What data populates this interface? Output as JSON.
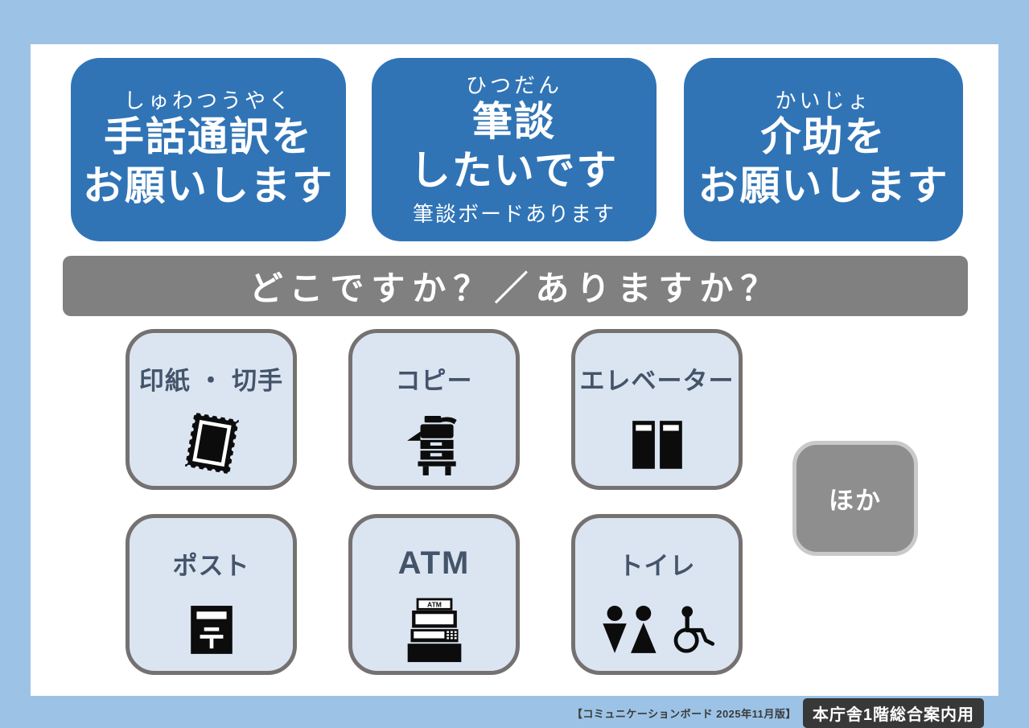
{
  "colors": {
    "page_background": "#9CC3E6",
    "card_background": "#FFFFFF",
    "request_blue": "#3074B6",
    "question_bar_gray": "#808080",
    "tile_background": "#DBE5F2",
    "tile_border": "#767171",
    "tile_text": "#44546A",
    "other_button_gray": "#8E8E8E",
    "badge_background": "#383838"
  },
  "requests": [
    {
      "furigana": "しゅわつうやく",
      "line1": "手話通訳を",
      "line2": "お願いします"
    },
    {
      "furigana": "ひつだん",
      "line1": "筆談",
      "line2": "したいです",
      "note": "筆談ボードあります"
    },
    {
      "furigana": "かいじょ",
      "line1": "介助を",
      "line2": "お願いします"
    }
  ],
  "question_bar": {
    "label": "どこですか？／ありますか？"
  },
  "tiles": [
    {
      "label": "印紙 ・ 切手",
      "icon": "stamp-icon"
    },
    {
      "label": "コピー",
      "icon": "copier-icon"
    },
    {
      "label": "エレベーター",
      "icon": "elevator-icon"
    },
    {
      "label": "ポスト",
      "icon": "mailbox-icon"
    },
    {
      "label": "ATM",
      "icon": "atm-icon"
    },
    {
      "label": "トイレ",
      "icon": "toilet-icon"
    }
  ],
  "atm_sign_label": "ATM",
  "other_button": {
    "label": "ほか"
  },
  "footer": {
    "edition_note": "【コミュニケーションボード 2025年11月版】",
    "badge_label": "本庁舎1階総合案内用"
  }
}
